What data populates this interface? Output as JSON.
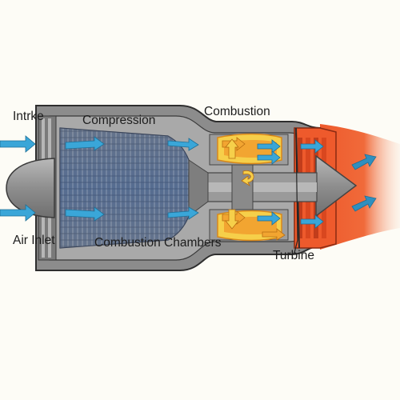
{
  "labels": {
    "intake": "Intrke",
    "compression": "Compression",
    "combustion": "Combustion",
    "air_inlet": "Air Inlet",
    "combustion_chambers": "Combustion Chambers",
    "turbine": "Turbine"
  },
  "colors": {
    "background": "#fdfcf6",
    "casing": "#6b6b6b",
    "casing_dark": "#4a4a4a",
    "blades": "#8a8a8a",
    "compressor_blue": "#3a5a8a",
    "airflow_arrow": "#3aa6d8",
    "flame_orange": "#f2a531",
    "flame_yellow": "#f6cf4a",
    "exhaust_red": "#ee5a2c",
    "exhaust_glow": "#f5a07a",
    "nose_cone": "#9b9b9b"
  },
  "icons": {
    "airflow": "arrow-right-icon",
    "combustion_flow": "flame-arrow-icon",
    "swirl": "swirl-arrow-icon"
  }
}
